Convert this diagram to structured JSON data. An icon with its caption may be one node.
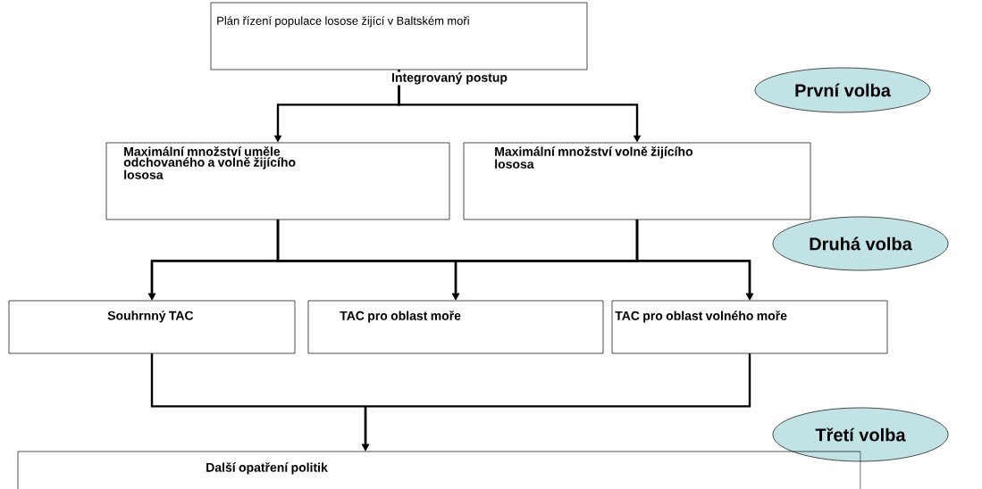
{
  "diagram": {
    "nodes": [
      {
        "text": [
          "Plán řízení populace losose žijící v Baltském moři"
        ]
      },
      {
        "text": [
          "První volba"
        ]
      },
      {
        "text": [
          "Maximální množství uměle odchovaného a volně žijícího lososa"
        ]
      },
      {
        "text": [
          "Maximální množství volně žijícího lososa"
        ]
      },
      {
        "text": [
          "Druhá volba"
        ]
      },
      {
        "text": [
          "Souhrnný TAC"
        ]
      },
      {
        "text": [
          "TAC pro oblast moře"
        ]
      },
      {
        "text": [
          "TAC pro oblast volného moře"
        ]
      },
      {
        "text": [
          "Třetí volba"
        ]
      },
      {
        "text": [
          "Další opatření politik"
        ]
      }
    ],
    "edges": [
      {
        "from": 0,
        "to": 2,
        "arrow": "to"
      },
      {
        "from": 0,
        "to": 3,
        "arrow": "to"
      },
      {
        "from": 2,
        "to": 5,
        "arrow": "to"
      },
      {
        "from": 2,
        "to": 6,
        "arrow": "to"
      },
      {
        "from": 2,
        "to": 7,
        "arrow": "to"
      },
      {
        "from": 3,
        "to": 5,
        "arrow": "to"
      },
      {
        "from": 3,
        "to": 6,
        "arrow": "to"
      },
      {
        "from": 3,
        "to": 7,
        "arrow": "to"
      },
      {
        "from": 5,
        "to": 9,
        "arrow": "to"
      },
      {
        "from": 7,
        "to": 9,
        "arrow": "to"
      }
    ],
    "labels": [
      "Integrovaný postup"
    ]
  }
}
